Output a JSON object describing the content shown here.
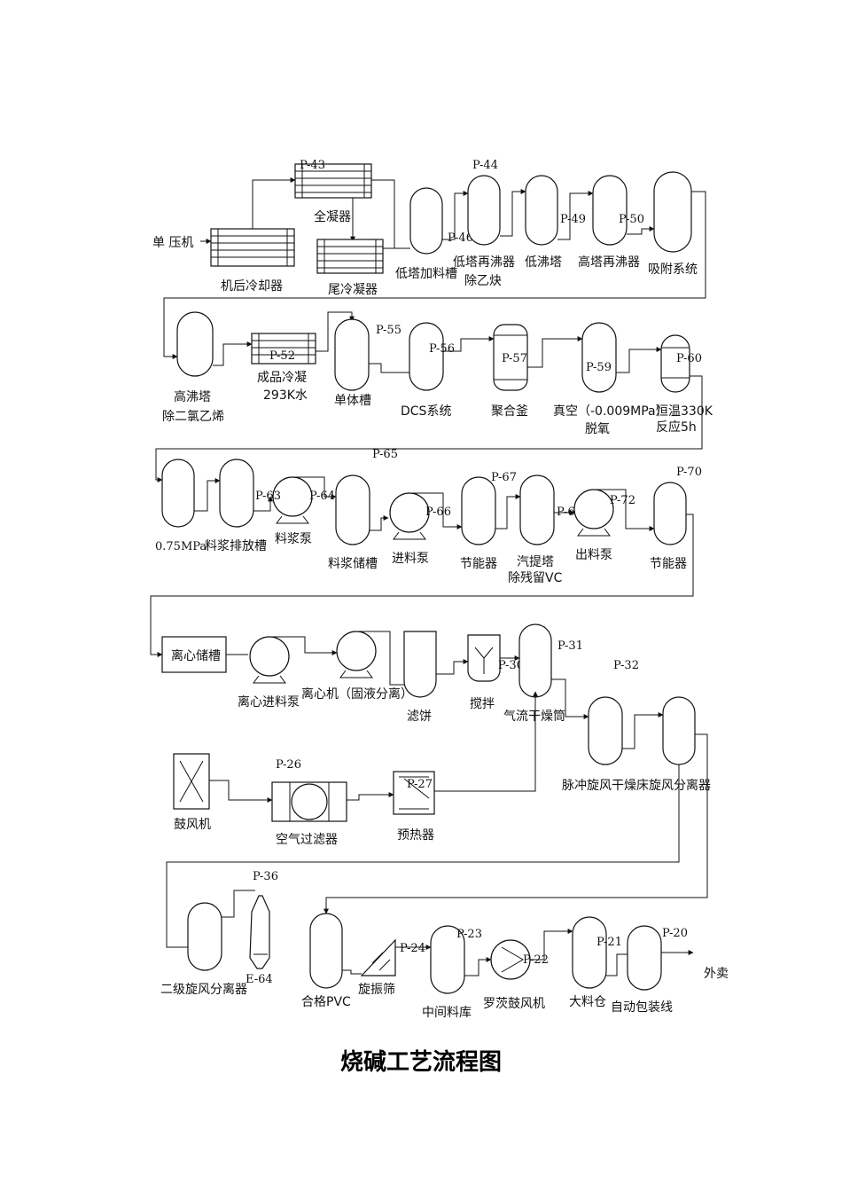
{
  "title": "烧碱工艺流程图",
  "labels": {
    "dan_yaji": "单 压机",
    "jihou": "机后冷却器",
    "quanning": "全凝器",
    "weileng": "尾冷凝器",
    "dita_jialiao": "低塔加料槽",
    "dita_zaifei1": "低塔再沸器",
    "dita_zaifei2": "除乙炔",
    "difei": "低沸塔",
    "gaota_zaifei": "高塔再沸器",
    "xifu": "吸附系统",
    "gaofei1": "高沸塔",
    "gaofei2": "除二氯乙烯",
    "chengpin1": "成品冷凝",
    "chengpin2": "293K水",
    "danti": "单体槽",
    "dcs": "DCS系统",
    "juhe": "聚合釜",
    "zhenkong1": "真空（-0.009MPa）",
    "zhenkong2": "脱氧",
    "hengwen1": "恒温330K",
    "hengwen2": "反应5h",
    "mpa": "0.75MPa",
    "liaojiang_paifang": "料浆排放槽",
    "liaojiang_beng": "料浆泵",
    "liaojiang_chu": "料浆储槽",
    "jinliao_beng": "进料泵",
    "jieneng1": "节能器",
    "qiti1": "汽提塔",
    "qiti2": "除残留VC",
    "chuliao_beng": "出料泵",
    "jieneng2": "节能器",
    "lixin_chu": "离心储槽",
    "lixin_jinliao": "离心进料泵",
    "lixinji": "离心机（固液分离）",
    "lvbing": "滤饼",
    "jiaoban": "搅拌",
    "qiliu": "气流干燥筒",
    "maichong": "脉冲旋风干燥床旋风分离器",
    "gufeng": "鼓风机",
    "kongqi": "空气过滤器",
    "yure": "预热器",
    "erji": "二级旋风分离器",
    "e64": "E-64",
    "hege": "合格PVC",
    "xuanzhen": "旋振筛",
    "zhongjian": "中间料库",
    "luoci": "罗茨鼓风机",
    "daliao": "大料仓",
    "baozhuang": "自动包装线",
    "waimai": "外卖"
  },
  "tags": {
    "p43": "P-43",
    "p44": "P-44",
    "p46": "P-46",
    "p49": "P-49",
    "p50": "P-50",
    "p52": "P-52",
    "p55": "P-55",
    "p56": "P-56",
    "p57": "P-57",
    "p59": "P-59",
    "p60": "P-60",
    "p65": "P-65",
    "p63": "P-63",
    "p64": "P-64",
    "p66": "P-66",
    "p67": "P-67",
    "p68": "P-68",
    "p72": "P-72",
    "p70": "P-70",
    "p30": "P-30",
    "p31": "P-31",
    "p32": "P-32",
    "p26": "P-26",
    "p27": "P-27",
    "p36": "P-36",
    "p24": "P-24",
    "p23": "P-23",
    "p22": "P-22",
    "p21": "P-21",
    "p20": "P-20"
  }
}
